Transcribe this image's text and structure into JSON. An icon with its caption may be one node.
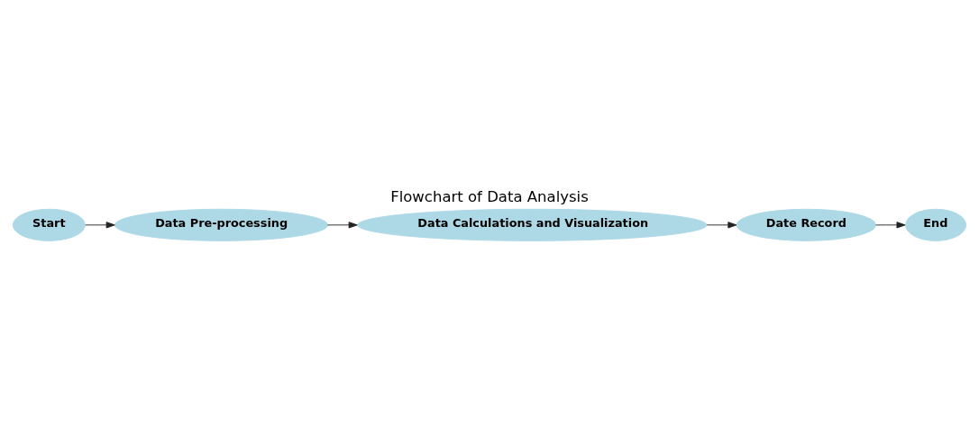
{
  "diagram": {
    "title": "Flowchart of Data Analysis",
    "nodes": [
      {
        "text": [
          "Start"
        ]
      },
      {
        "text": [
          "Data Pre-processing"
        ]
      },
      {
        "text": [
          "Data Calculations and Visualization"
        ]
      },
      {
        "text": [
          "Date Record"
        ]
      },
      {
        "text": [
          "End"
        ]
      }
    ],
    "edges": [
      {
        "from": 0,
        "to": 1,
        "arrow": "to"
      },
      {
        "from": 1,
        "to": 2,
        "arrow": "to"
      },
      {
        "from": 2,
        "to": 3,
        "arrow": "to"
      },
      {
        "from": 3,
        "to": 4,
        "arrow": "to"
      }
    ]
  }
}
